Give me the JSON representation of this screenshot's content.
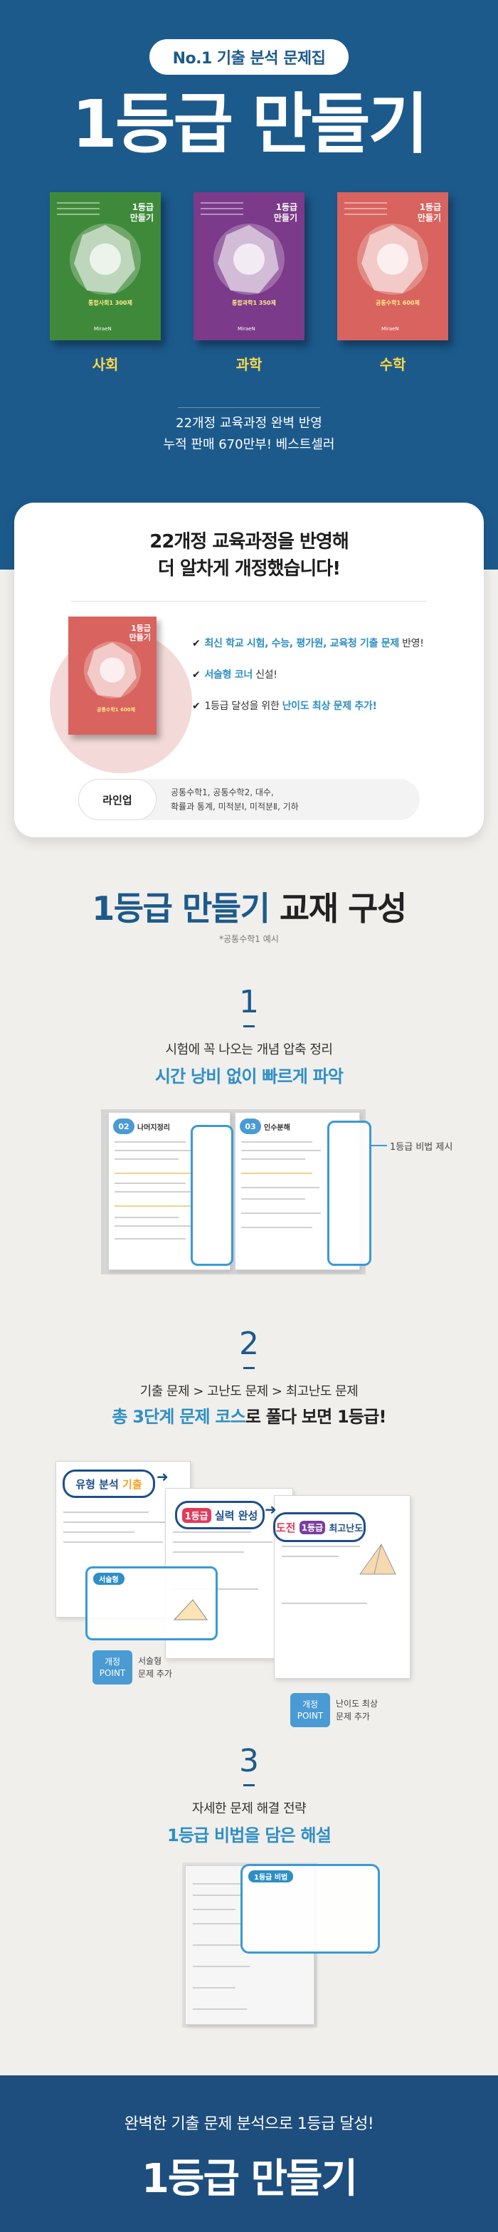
{
  "hero": {
    "pill": "No.1 기출 분석 문제집",
    "title": "1등급 만들기",
    "books": [
      {
        "label": "사회",
        "color": "#3f8a3a",
        "cover_title": "1등급\n만들기",
        "tag": "통합사회1 300제"
      },
      {
        "label": "과학",
        "color": "#7b3a8a",
        "cover_title": "1등급\n만들기",
        "tag": "통합과학1 350제"
      },
      {
        "label": "수학",
        "color": "#d9635e",
        "cover_title": "1등급\n만들기",
        "tag": "공통수학1 600제"
      }
    ],
    "publisher": "MiraeN",
    "desc_line1": "22개정 교육과정 완벽 반영",
    "desc_line2": "누적 판매 670만부! 베스트셀러"
  },
  "card": {
    "title_line1": "22개정 교육과정을 반영해",
    "title_line2": "더 알차게 개정했습니다!",
    "book_title": "1등급\n만들기",
    "book_tag": "공통수학1 600제",
    "features": [
      {
        "pre": "",
        "hl": "최신 학교 시험, 수능, 평가원, 교육청 기출 문제",
        "post": " 반영!"
      },
      {
        "pre": "",
        "hl": "서술형 코너",
        "post": " 신설!"
      },
      {
        "pre": "1등급 달성을 위한 ",
        "hl": "난이도 최상 문제 추가!",
        "post": ""
      }
    ],
    "lineup_label": "라인업",
    "lineup_line1": "공통수학1, 공통수학2, 대수,",
    "lineup_line2": "확률과 통계, 미적분Ⅰ, 미적분Ⅱ, 기하"
  },
  "construction": {
    "title_blue": "1등급 만들기",
    "title_rest": " 교재 구성",
    "note": "*공통수학1 예시",
    "step1": {
      "num": "1",
      "sub": "시험에 꼭 나오는 개념 압축 정리",
      "headline": "시간 낭비 없이 빠르게 파악",
      "callout": "1등급 비법 제시",
      "tab1": "02",
      "tab1_text": "나머지정리",
      "tab2": "03",
      "tab2_text": "인수분해"
    },
    "step2": {
      "num": "2",
      "sub": "기출 문제 > 고난도 문제 > 최고난도 문제",
      "headline_blue": "총 3단계 문제 코스",
      "headline_rest": "로 풀다 보면 1등급!",
      "badge1_a": "유형 분석",
      "badge1_b": "기출",
      "badge2_a": "1등급",
      "badge2_b": "실력 완성",
      "badge3_a": "도전",
      "badge3_b": "1등급",
      "badge3_c": "최고난도",
      "mini_badge": "서술형",
      "point_label": "개정\nPOINT",
      "point1_line1": "서술형",
      "point1_line2": "문제 추가",
      "point2_line1": "난이도 최상",
      "point2_line2": "문제 추가"
    },
    "step3": {
      "num": "3",
      "sub": "자세한 문제 해결 전략",
      "headline": "1등급 비법을 담은 해설",
      "sol_tag": "1등급 비법"
    }
  },
  "footer": {
    "sub": "완벽한 기출 문제 분석으로 1등급 달성!",
    "title": "1등급 만들기"
  }
}
